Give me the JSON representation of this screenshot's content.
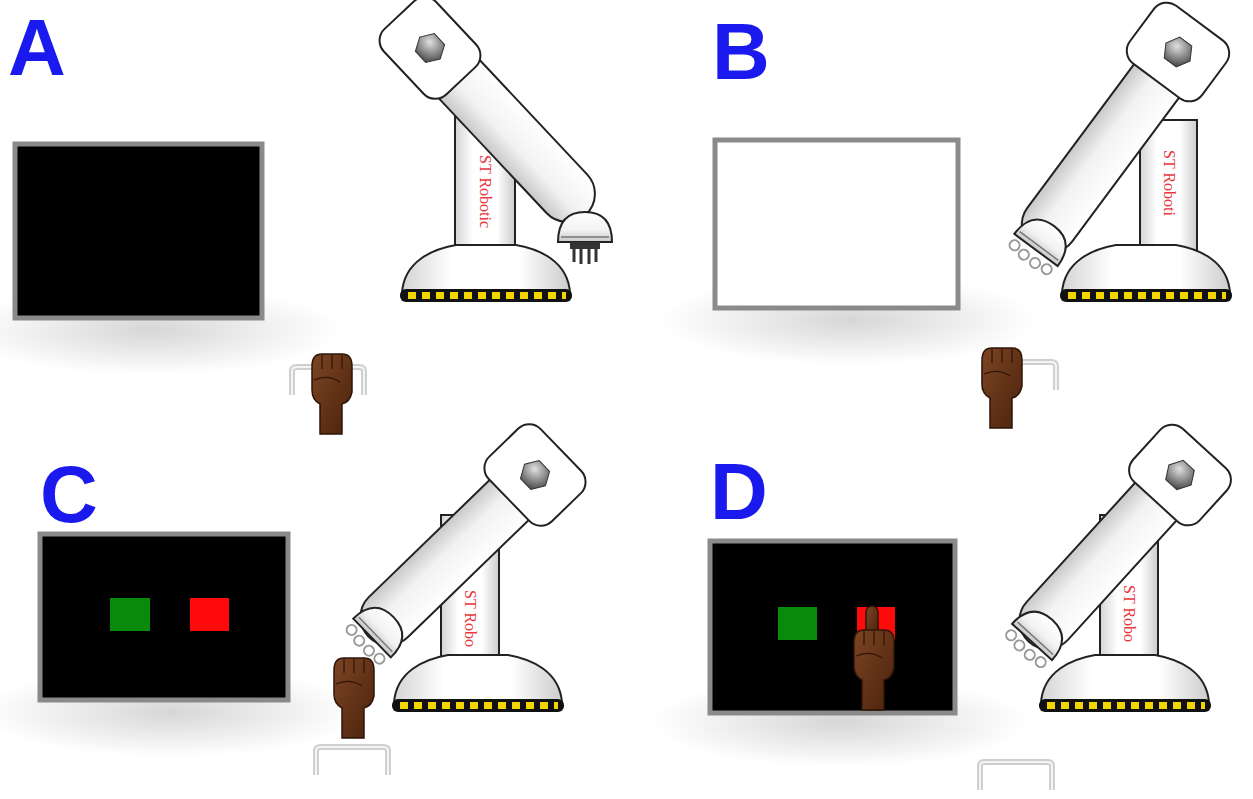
{
  "diagram": {
    "labels": [
      "A",
      "ST Robotic",
      "B",
      "ST Roboti",
      "C",
      "ST Robo",
      "D",
      "ST Robo"
    ]
  }
}
